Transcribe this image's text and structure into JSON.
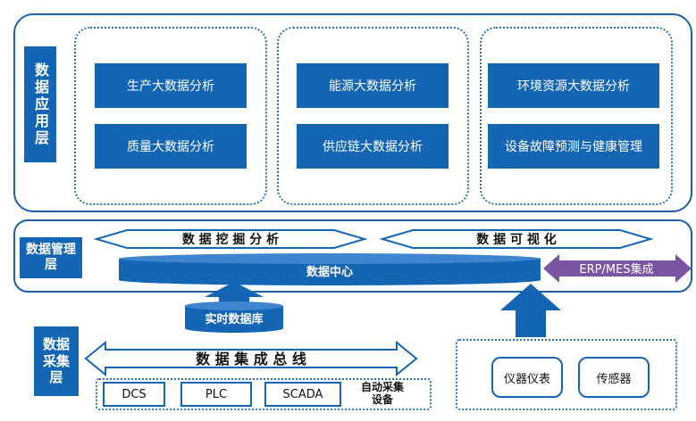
{
  "layers": {
    "application": {
      "label": "数据应用层",
      "groups": [
        [
          "生产大数据分析",
          "质量大数据分析"
        ],
        [
          "能源大数据分析",
          "供应链大数据分析"
        ],
        [
          "环境资源大数据分析",
          "设备故障预测与健康管理"
        ]
      ]
    },
    "management": {
      "label": "数据管理层",
      "mining": "数 据 挖 掘 分 析",
      "visualization": "数 据 可 视 化",
      "data_center": "数据中心",
      "erp": "ERP/MES集成"
    },
    "collection": {
      "label": "数据采集层",
      "realtime_db": "实时数据库",
      "bus": "数 据 集 成 总 线",
      "devices": [
        "DCS",
        "PLC",
        "SCADA"
      ],
      "auto_device": "自动采集设备",
      "sensors": [
        "仪器仪表",
        "传感器"
      ]
    }
  },
  "colors": {
    "primary": "#1565b5",
    "border": "#1f5fa8",
    "erp": "#7a56a2"
  }
}
